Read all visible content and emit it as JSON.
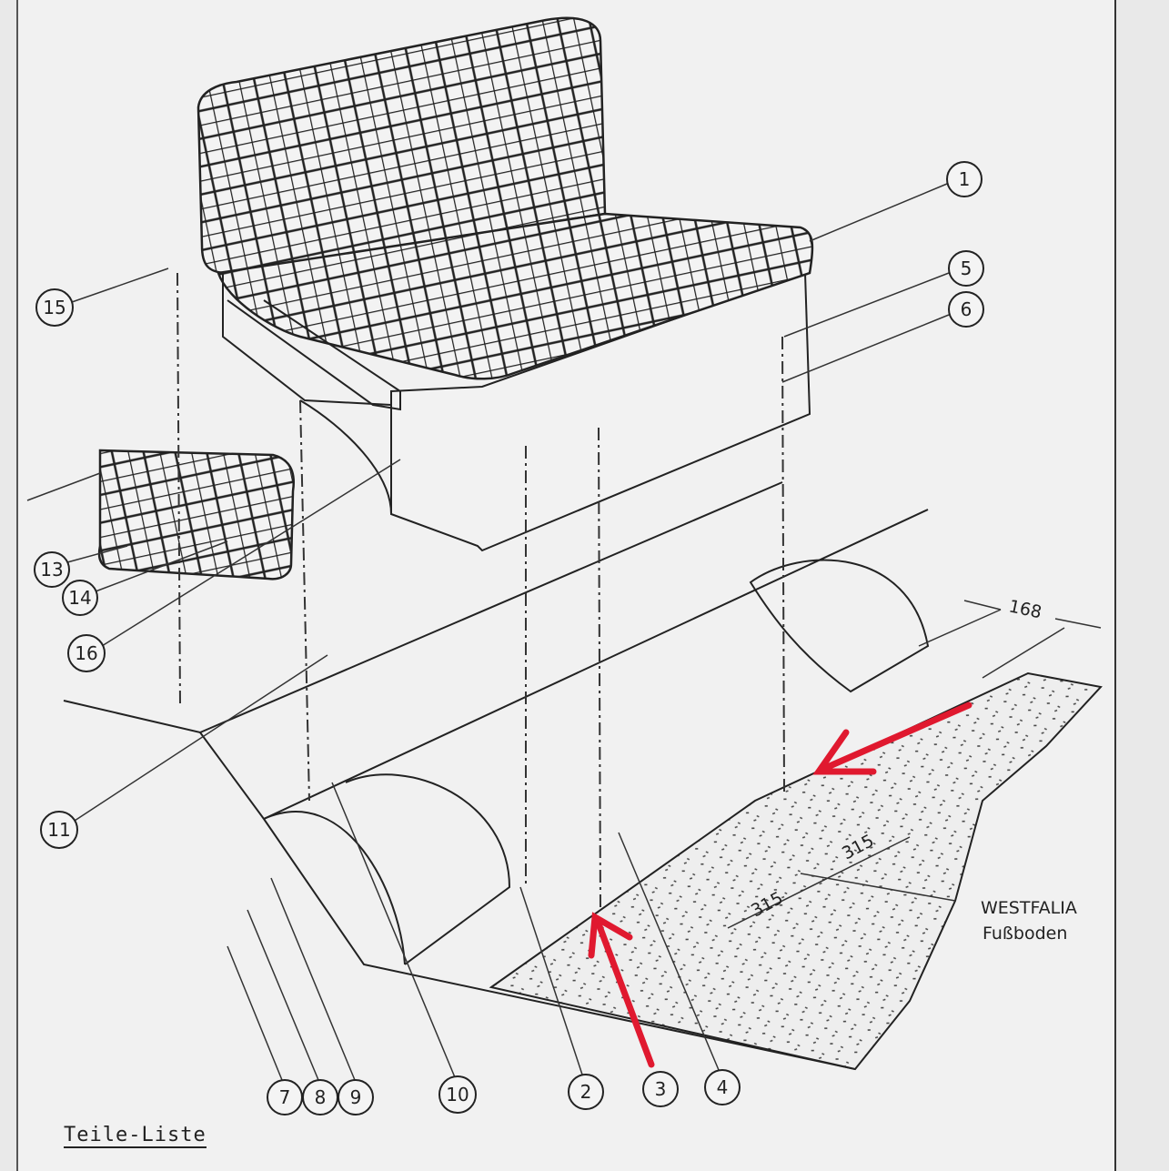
{
  "document": {
    "title": "Teile-Liste",
    "floor_label_line1": "WESTFALIA",
    "floor_label_line2": "Fußboden"
  },
  "dimensions": {
    "width_168": "168",
    "spacing_a": "315",
    "spacing_b": "315"
  },
  "callouts": {
    "c1": "1",
    "c2": "2",
    "c3": "3",
    "c4": "4",
    "c5": "5",
    "c6": "6",
    "c7": "7",
    "c8": "8",
    "c9": "9",
    "c10": "10",
    "c11": "11",
    "c13": "13",
    "c14": "14",
    "c15": "15",
    "c16": "16"
  },
  "colors": {
    "ink": "#222222",
    "paper": "#f1f1f1",
    "arrow": "#e0192f"
  }
}
